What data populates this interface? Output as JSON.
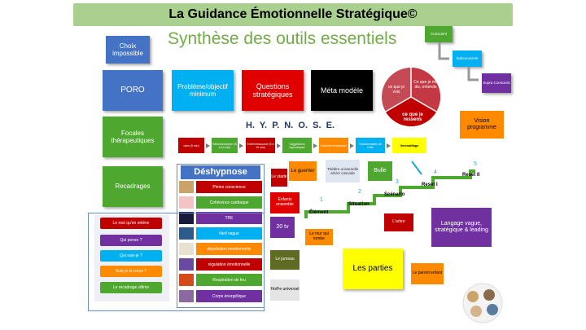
{
  "title": "La Guidance Émotionnelle Stratégique©",
  "subtitle": "Synthèse des outils essentiels",
  "left_column": {
    "choix": "Choix impossible",
    "poro": "PORO",
    "focales": "Focales thérapeutiques",
    "recadrages": "Recadrages"
  },
  "top_row": {
    "probleme": "Problème/objectif minimum",
    "questions": "Questions stratégiques",
    "meta": "Méta modèle"
  },
  "pie": {
    "vois": "ce que je vois",
    "dis": "Ce que je me dis, entends",
    "ressens": "ce que je ressens"
  },
  "stairs_right": {
    "conscient": "Conscient",
    "subconscient": "Subconscient",
    "supraconscient": "Supra Conscient",
    "vision": "Vision programme"
  },
  "hypnose": {
    "heading": "H.  Y.  P.  N.  O.  S.  E.",
    "steps": [
      "calm (5 min)",
      "Sécuriser/ancrer (5 à 10 min)",
      "Entrer/ressource (5 à 10 min)",
      "Suggestions hypnotiques",
      "Exercice émotionnel",
      "Transformation de l'état",
      "Verrouillage"
    ]
  },
  "deshypnose": {
    "heading": "Déshypnose",
    "items": [
      "Pleine conscience",
      "Cohérence cardiaque",
      "TRE",
      "Nerf vague",
      "dépollution émotionnelle",
      "régulation émotionnelle",
      "Respiration de feu",
      "Corps énergétique"
    ]
  },
  "left_list": {
    "items": [
      "Le mot qu'on enlève",
      "Qui pense ?",
      "Qui suis-je ?",
      "Suis-je le corps ?",
      "Le recadrage ultime"
    ]
  },
  "center": {
    "stade": "Le stade",
    "guerrier": "Le guerrier",
    "theatre": "Théâtre universelle arbre/ cascade",
    "bulle": "Bulle",
    "enfants": "Enfants ensemble",
    "tv": "20 tv",
    "mur": "Le mur qui tombe",
    "jumeau": "Le jumeau",
    "hofe": "Ho/Fe universel",
    "parties": "Les parties",
    "parent": "Le parent enfant",
    "arbre": "L'arbre",
    "langage": "Langage vague, stratégique & leading"
  },
  "stairs_mid": {
    "element": "Élément",
    "situation": "Situation",
    "scenario": "Scénario",
    "reset1": "Reset I",
    "reset2": "Reset II",
    "n1": "1",
    "n2": "2",
    "n3": "3",
    "n4": "4",
    "n5": "5"
  }
}
